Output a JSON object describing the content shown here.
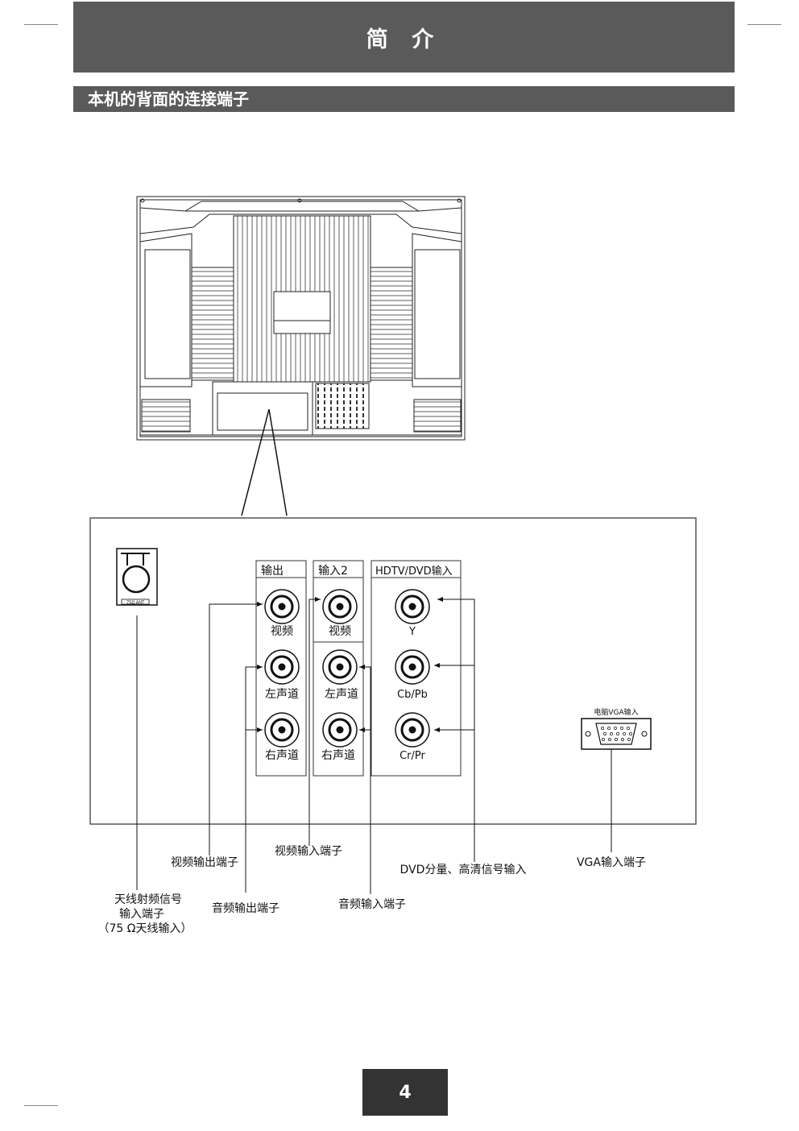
{
  "header": {
    "title": "简 介"
  },
  "section": {
    "title": "本机的背面的连接端子"
  },
  "panel": {
    "antenna_label": "75Ω ANT",
    "group_output": {
      "title": "输出",
      "video": "视频",
      "left": "左声道",
      "right": "右声道"
    },
    "group_input2": {
      "title": "输入2",
      "video": "视频",
      "left": "左声道",
      "right": "右声道"
    },
    "group_component": {
      "title": "HDTV/DVD输入",
      "y": "Y",
      "cb": "Cb/Pb",
      "cr": "Cr/Pr"
    },
    "vga_label": "电脑VGA输入"
  },
  "callouts": {
    "video_out": "视频输出端子",
    "video_in": "视频输入端子",
    "dvd_component": "DVD分量、高清信号输入",
    "vga_in": "VGA输入端子",
    "antenna_line1": "天线射频信号",
    "antenna_line2": "输入端子",
    "antenna_line3": "（75 Ω天线输入）",
    "audio_out": "音频输出端子",
    "audio_in": "音频输入端子"
  },
  "page": {
    "number": "4"
  }
}
